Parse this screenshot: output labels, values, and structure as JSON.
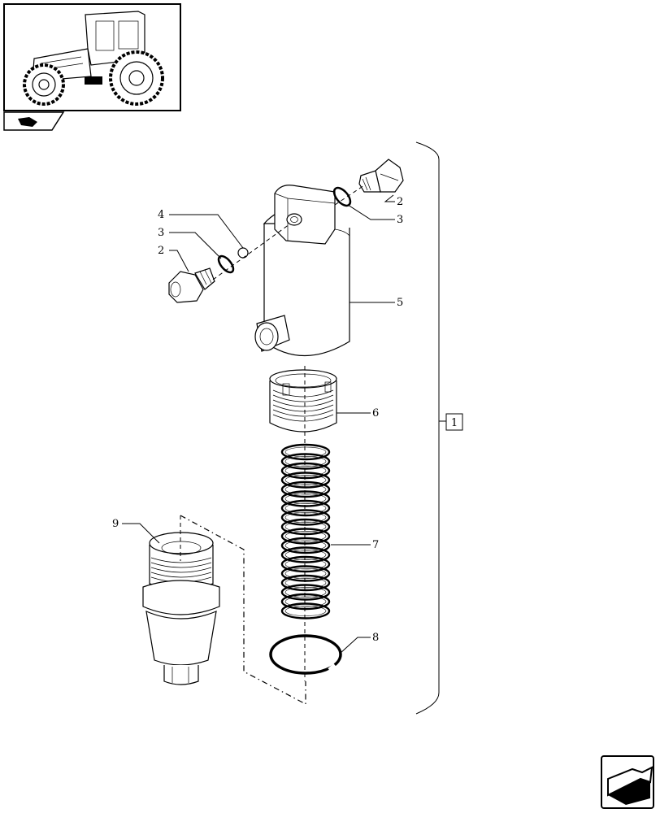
{
  "callouts": {
    "c1": "1",
    "c2a": "2",
    "c2b": "2",
    "c3a": "3",
    "c3b": "3",
    "c4": "4",
    "c5": "5",
    "c6": "6",
    "c7": "7",
    "c8": "8",
    "c9": "9"
  },
  "icons": {
    "thumbnail": "tractor-thumbnail-icon",
    "thumb_tab": "parts-group-icon",
    "nav": "next-page-arrow-icon"
  }
}
